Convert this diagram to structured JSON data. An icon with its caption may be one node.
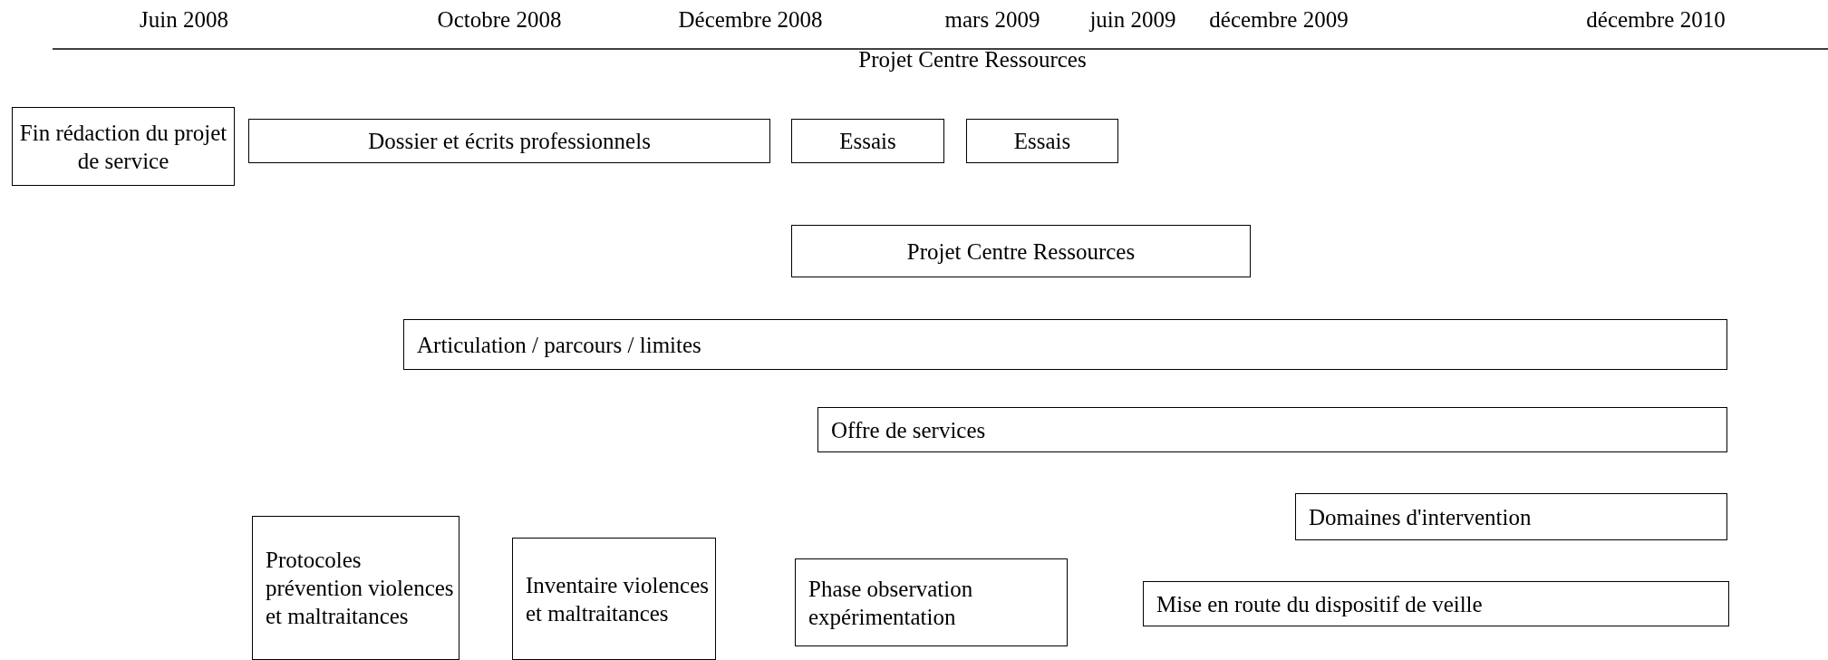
{
  "diagram": {
    "nodes": [
      {
        "text": [
          "Fin rédaction du projet de service"
        ]
      },
      {
        "text": [
          "Dossier et écrits professionnels"
        ]
      },
      {
        "text": [
          "Essais"
        ]
      },
      {
        "text": [
          "Essais"
        ]
      },
      {
        "text": [
          "Projet Centre Ressources"
        ]
      },
      {
        "text": [
          "Articulation / parcours / limites"
        ]
      },
      {
        "text": [
          "Offre de services"
        ]
      },
      {
        "text": [
          "Domaines d'intervention"
        ]
      },
      {
        "text": [
          "Protocoles prévention violences et maltraitances"
        ]
      },
      {
        "text": [
          "Inventaire violences et maltraitances"
        ]
      },
      {
        "text": [
          "Phase observation expérimentation"
        ]
      },
      {
        "text": [
          "Mise en route du dispositif de veille"
        ]
      }
    ],
    "labels": [
      "Juin 2008",
      "Octobre 2008",
      "Décembre 2008",
      "mars 2009",
      "juin 2009",
      "décembre 2009",
      "décembre 2010",
      "Projet Centre Ressources"
    ]
  }
}
